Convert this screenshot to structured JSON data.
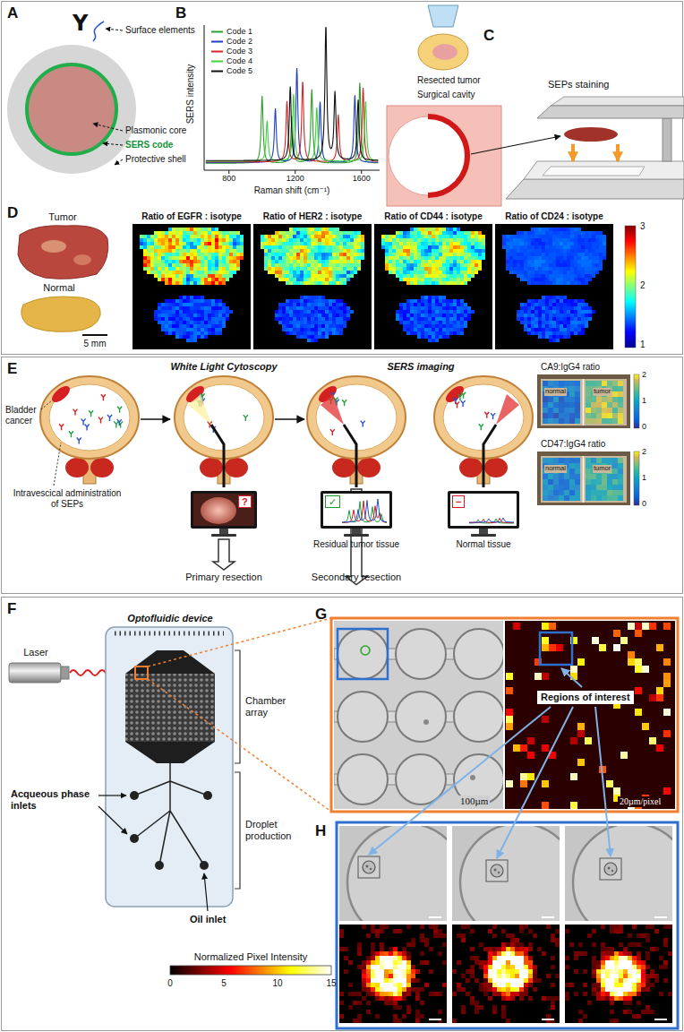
{
  "diagram": {
    "nodes": [
      {
        "text": [
          "?"
        ]
      },
      {
        "text": [
          "✓",
          "Residual tumor tissue"
        ]
      },
      {
        "text": [
          "−",
          "Normal tissue"
        ]
      },
      {
        "text": [
          "Primary resection"
        ]
      },
      {
        "text": [
          "Secondary resection"
        ]
      }
    ],
    "edges": [
      {
        "from": 0,
        "to": 3,
        "arrow": "to"
      },
      {
        "from": 1,
        "to": 4,
        "arrow": "to"
      }
    ],
    "labels": [
      "A",
      "Y",
      "Surface elements",
      "Plasmonic core",
      "SERS code",
      "Protective shell",
      "B",
      "SERS intensity",
      "800",
      "1200",
      "1600",
      "Raman shift (cm⁻¹)",
      "C",
      "Resected tumor",
      "Surgical cavity",
      "SEPs staining",
      "D",
      "Tumor",
      "Normal",
      "5 mm",
      "Ratio of EGFR : isotype",
      "Ratio of HER2 : isotype",
      "Ratio of CD44 : isotype",
      "Ratio of CD24 : isotype",
      "3",
      "2",
      "1",
      "E",
      "Bladder cancer",
      "Intravescical administration of SEPs",
      "White Light Cytoscopy",
      "SERS imaging",
      "CA9:IgG4 ratio",
      "normal",
      "tumor",
      "2",
      "1",
      "0",
      "CD47:IgG4 ratio",
      "normal",
      "tumor",
      "2",
      "1",
      "0",
      "F",
      "Optofluidic device",
      "Laser",
      "Chamber array",
      "Droplet production",
      "Acqueous phase inlets",
      "Oil inlet",
      "G",
      "100µm",
      "20µm/pixel",
      "Regions of interest",
      "Normalized Pixel Intensity",
      "0",
      "5",
      "10",
      "15",
      "H"
    ],
    "legend": [
      {
        "text": "Code 1"
      },
      {
        "text": "Code 2"
      },
      {
        "text": "Code 3"
      },
      {
        "text": "Code 4"
      },
      {
        "text": "Code 5"
      }
    ]
  }
}
